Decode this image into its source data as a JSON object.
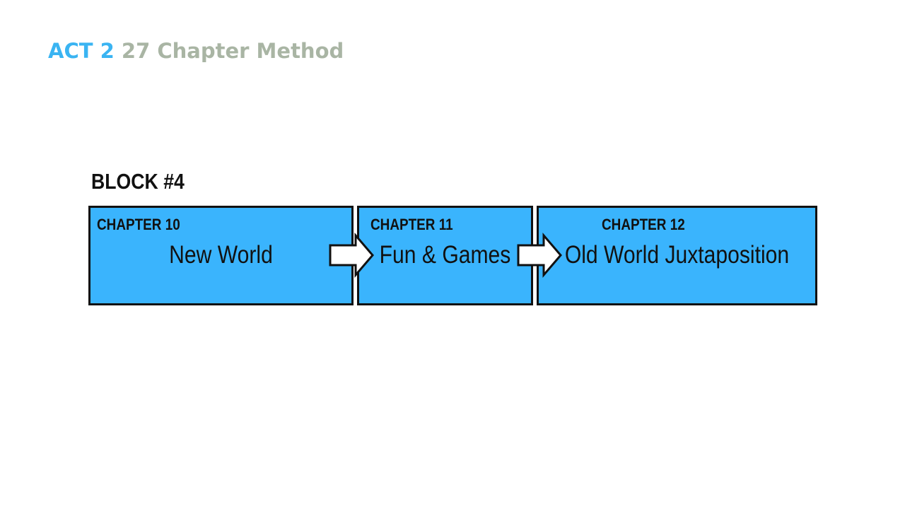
{
  "header": {
    "act": "ACT 2",
    "method": "27 Chapter Method"
  },
  "block": {
    "label": "BLOCK #4"
  },
  "chapters": [
    {
      "number": "CHAPTER 10",
      "name": "New World"
    },
    {
      "number": "CHAPTER 11",
      "name": "Fun & Games"
    },
    {
      "number": "CHAPTER 12",
      "name": "Old World Juxtaposition"
    }
  ],
  "colors": {
    "accent": "#3ab4f2",
    "muted_title": "#a9b5a4",
    "box_fill": "#3ab4fd",
    "outline": "#111111",
    "arrow_fill": "#ffffff"
  },
  "icons": {
    "connector": "right-arrow-icon"
  }
}
